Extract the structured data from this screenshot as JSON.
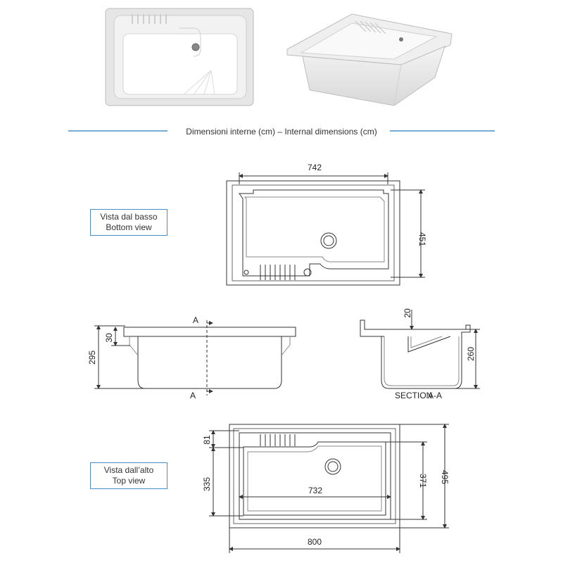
{
  "header": {
    "title": "Dimensioni interne (cm) – Internal dimensions (cm)"
  },
  "bottom_view": {
    "label_it": "Vista dal basso",
    "label_en": "Bottom view",
    "width": "742",
    "depth": "451"
  },
  "side_view": {
    "height": "295",
    "rim": "30",
    "section_mark_top": "A",
    "section_mark_bottom": "A"
  },
  "section_view": {
    "rim": "20",
    "height": "260",
    "section_prefix": "SECTION",
    "section_name": "A-A"
  },
  "top_view": {
    "label_it": "Vista dall’alto",
    "label_en": "Top view",
    "washboard_depth": "81",
    "basin_depth": "335",
    "basin_width": "732",
    "inner_depth": "371",
    "outer_depth": "495",
    "outer_width": "800"
  }
}
